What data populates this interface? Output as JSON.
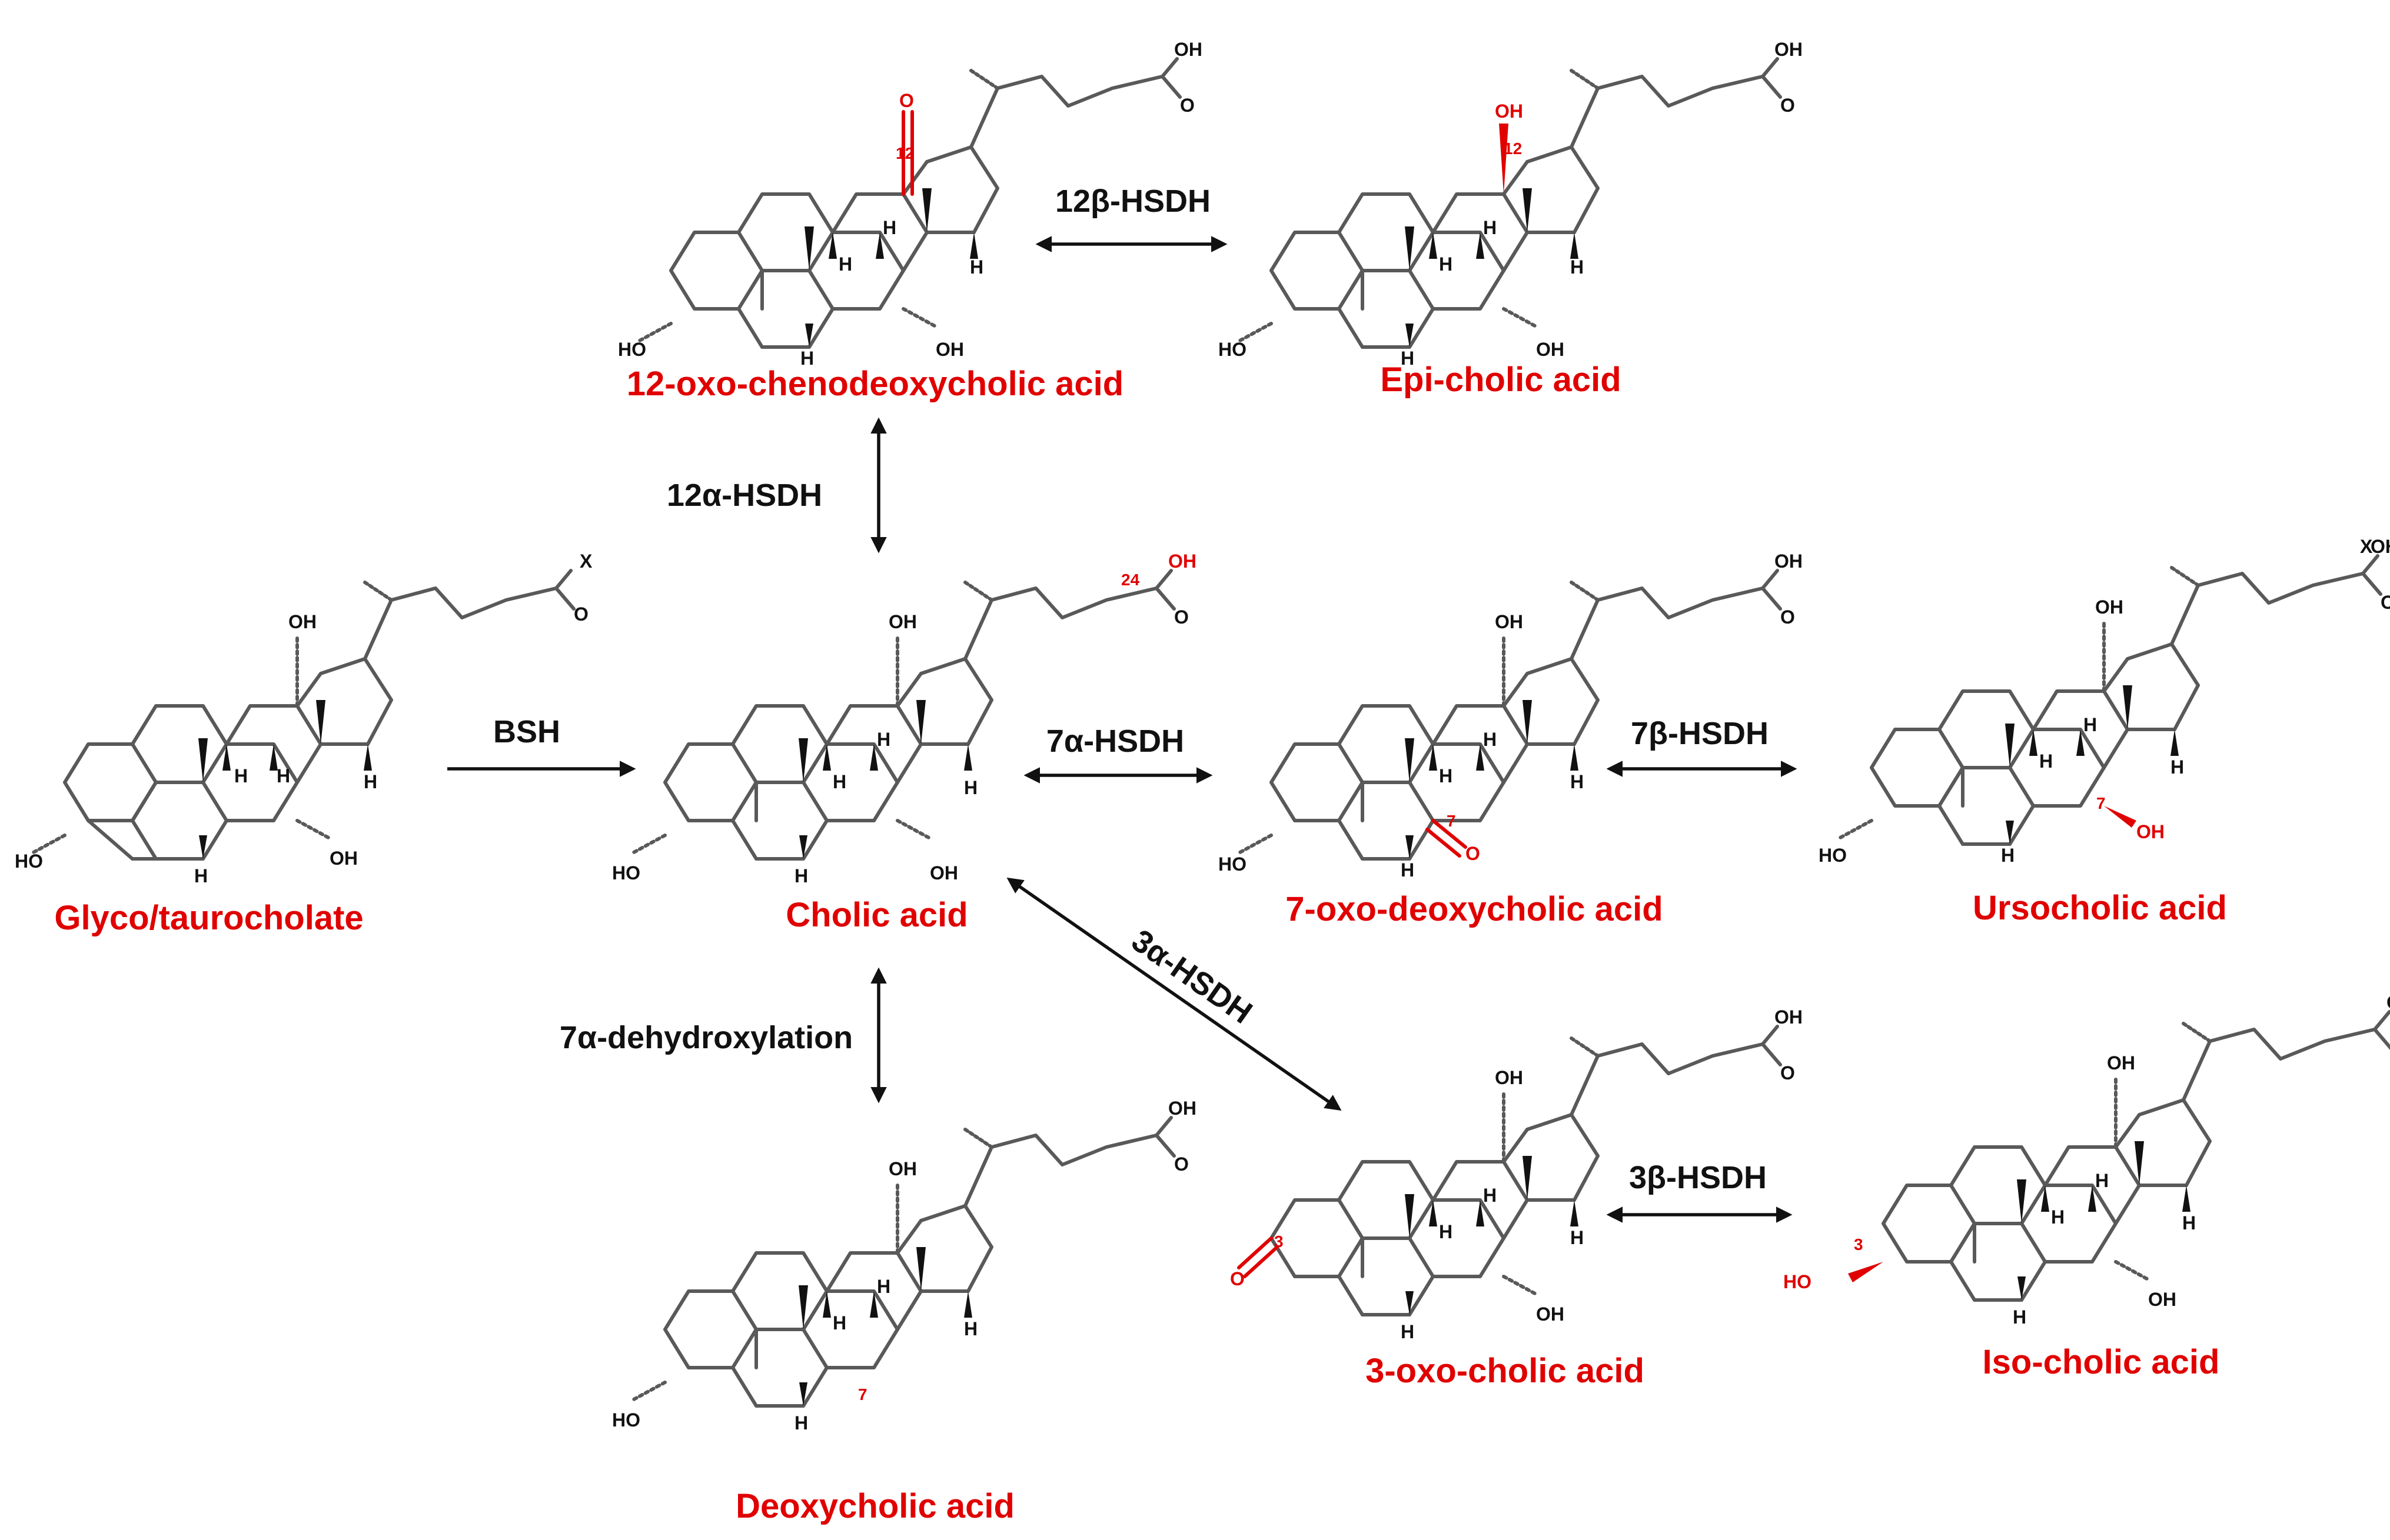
{
  "colors": {
    "compound_name": "#e00000",
    "enzyme_label": "#111111",
    "bond": "#595959"
  },
  "atoms": {
    "oh": "OH",
    "ho": "HO",
    "h": "H",
    "o": "O",
    "x": "X"
  },
  "compounds": [
    {
      "name": "Glyco/taurocholate",
      "side_chain_label": "X"
    },
    {
      "name": "Cholic acid",
      "position_label": "24"
    },
    {
      "name": "12-oxo-chenodeoxycholic acid",
      "position_label": "12"
    },
    {
      "name": "Epi-cholic acid",
      "position_label": "12"
    },
    {
      "name": "7-oxo-deoxycholic acid",
      "position_label": "7"
    },
    {
      "name": "Ursocholic acid",
      "position_label": "7"
    },
    {
      "name": "Deoxycholic acid",
      "position_label": "7"
    },
    {
      "name": "3-oxo-cholic acid",
      "position_label": "3"
    },
    {
      "name": "Iso-cholic acid",
      "position_label": "3"
    }
  ],
  "reactions": [
    {
      "enzyme": "BSH",
      "direction": "forward"
    },
    {
      "enzyme": "12α-HSDH",
      "direction": "reversible"
    },
    {
      "enzyme": "12β-HSDH",
      "direction": "reversible"
    },
    {
      "enzyme": "7α-HSDH",
      "direction": "reversible"
    },
    {
      "enzyme": "7β-HSDH",
      "direction": "reversible"
    },
    {
      "enzyme": "7α-dehydroxylation",
      "direction": "reversible"
    },
    {
      "enzyme": "3α-HSDH",
      "direction": "reversible"
    },
    {
      "enzyme": "3β-HSDH",
      "direction": "reversible"
    }
  ]
}
